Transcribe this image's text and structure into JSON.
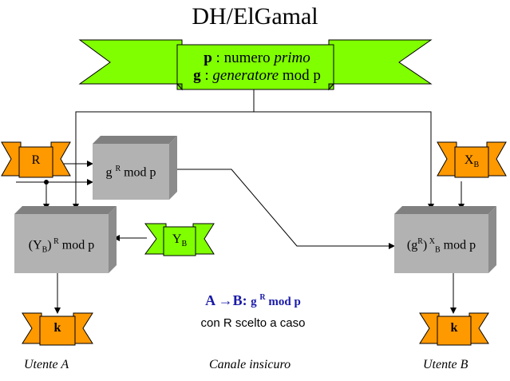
{
  "title": "DH/ElGamal",
  "params": {
    "p_sym": "p",
    "p_sep": " : numero ",
    "p_word": "primo",
    "g_sym": "g",
    "g_sep": " : ",
    "g_word": "generatore",
    "g_tail": " mod p"
  },
  "tags": {
    "R": "R",
    "XB_base": "X",
    "XB_sub": "B",
    "YB_base": "Y",
    "YB_sub": "B",
    "k_left": "k",
    "k_right": "k"
  },
  "boxes": {
    "gR": {
      "g": "g ",
      "sup": "R",
      "tail": " mod p"
    },
    "userA": {
      "open": "(Y",
      "sub": "B",
      "close": ")",
      "sup": " R",
      "tail": " mod p"
    },
    "userB": {
      "open": "(g",
      "sup": "R",
      "close": ")",
      "sup2": " X",
      "sub": "B",
      "tail": " mod p"
    }
  },
  "channel": {
    "line1_a": "A ",
    "line1_arrow": "→",
    "line1_b": "B: ",
    "line1_g": "g ",
    "line1_sup": "R",
    "line1_tail": " mod p",
    "line2": "con R scelto a caso"
  },
  "captions": {
    "userA": "Utente A",
    "channel": "Canale insicuro",
    "userB": "Utente B"
  },
  "colors": {
    "banner_green": "#80ff00",
    "tag_orange": "#ff9900",
    "box_face": "#b2b2b2",
    "box_top": "#808080",
    "box_side": "#8c8c8c",
    "accent_blue": "#1a1aa8"
  }
}
